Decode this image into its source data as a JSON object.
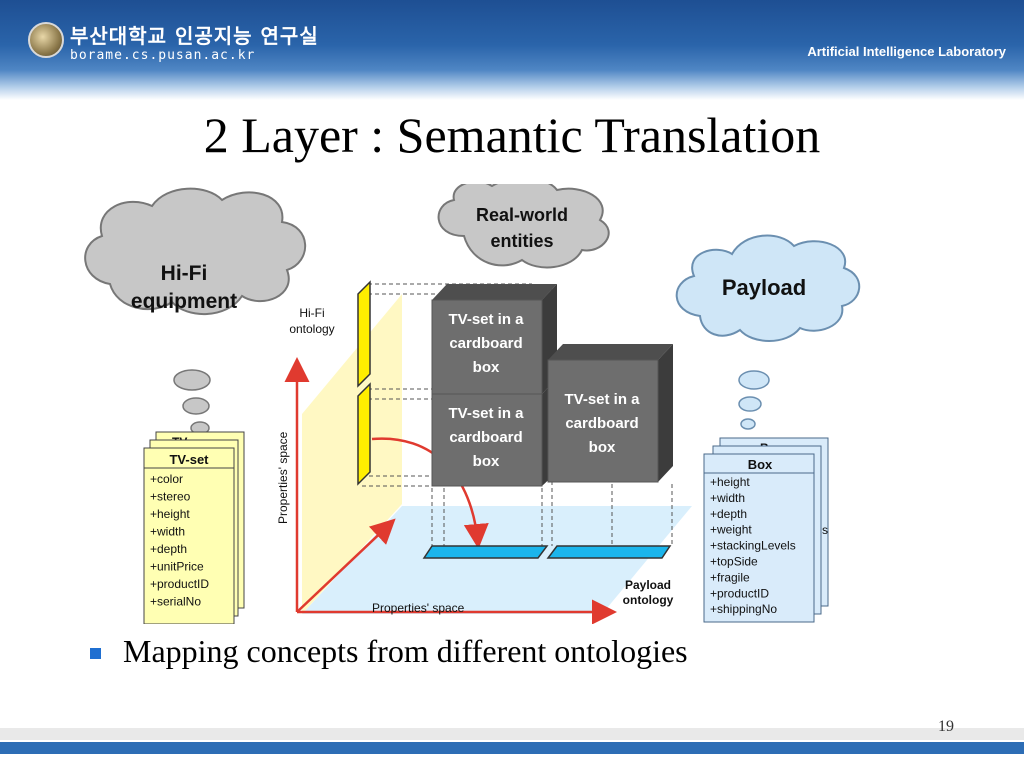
{
  "header": {
    "university": "부산대학교 인공지능 연구실",
    "url": "borame.cs.pusan.ac.kr",
    "lab": "Artificial Intelligence Laboratory"
  },
  "slide": {
    "title": "2 Layer : Semantic Translation",
    "bullet": "Mapping concepts from different ontologies",
    "page_number": "19"
  },
  "diagram": {
    "clouds": {
      "hifi_line1": "Hi-Fi",
      "hifi_line2": "equipment",
      "realworld_line1": "Real-world",
      "realworld_line2": "entities",
      "payload": "Payload"
    },
    "labels": {
      "hifi_ontology_line1": "Hi-Fi",
      "hifi_ontology_line2": "ontology",
      "properties_space_y": "Properties' space",
      "properties_space_x": "Properties' space",
      "payload_ontology_line1": "Payload",
      "payload_ontology_line2": "ontology"
    },
    "boxes": {
      "line1": "TV-set in a",
      "line2": "cardboard",
      "line3": "box"
    },
    "tv_card": {
      "back_title": "TV-",
      "title": "TV-set",
      "attributes": [
        "+color",
        "+stereo",
        "+height",
        "+width",
        "+depth",
        "+unitPrice",
        "+productID",
        "+serialNo"
      ]
    },
    "box_card": {
      "back_title": "Box",
      "back_fragment": "s",
      "title": "Box",
      "attributes": [
        "+height",
        "+width",
        "+depth",
        "+weight",
        "+stackingLevels",
        "+topSide",
        "+fragile",
        "+productID",
        "+shippingNo"
      ]
    }
  },
  "colors": {
    "header_blue": "#1e4f93",
    "bullet_blue": "#1f6fd1",
    "cloud_gray": "#c7c7c7",
    "cloud_blue": "#cfe6f7",
    "card_yellow": "#ffffb3",
    "card_blue": "#d9ebfa",
    "box_gray": "#6e6e6e",
    "arrow_red": "#e03a2f",
    "bar_cyan": "#1bb5ec"
  }
}
